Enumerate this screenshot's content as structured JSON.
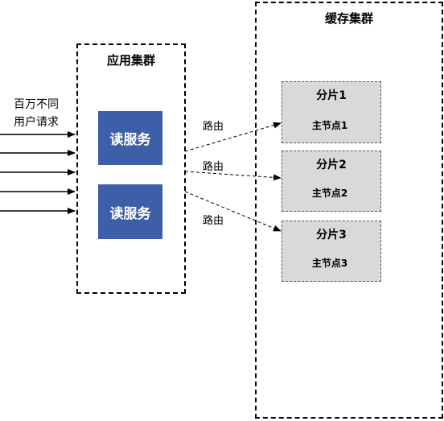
{
  "users": {
    "line1": "百万不同",
    "line2": "用户请求"
  },
  "app_cluster": {
    "title": "应用集群",
    "services": [
      {
        "label": "读服务"
      },
      {
        "label": "读服务"
      }
    ]
  },
  "routes": [
    {
      "label": "路由"
    },
    {
      "label": "路由"
    },
    {
      "label": "路由"
    }
  ],
  "cache_cluster": {
    "title": "缓存集群",
    "shards": [
      {
        "title": "分片1",
        "node": "主节点1"
      },
      {
        "title": "分片2",
        "node": "主节点2"
      },
      {
        "title": "分片3",
        "node": "主节点3"
      }
    ]
  },
  "colors": {
    "service_fill": "#3d5fa8",
    "shard_fill": "#d9d9d9"
  }
}
